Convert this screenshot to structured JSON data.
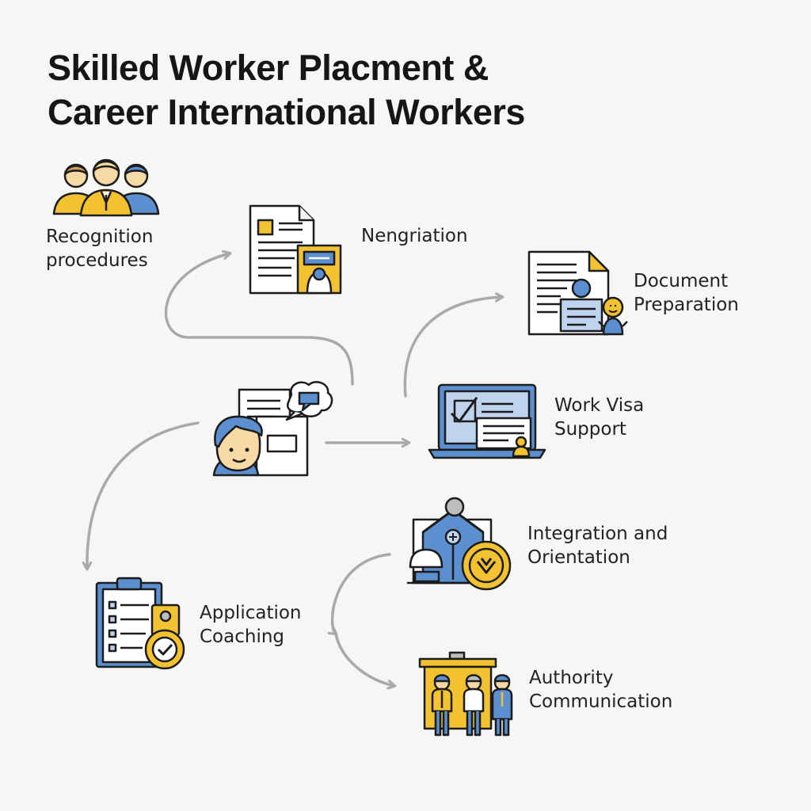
{
  "title": {
    "line1": "Skilled Worker Placment &",
    "line2": "Career International Workers"
  },
  "steps": {
    "recognition": {
      "line1": "Recognition",
      "line2": "procedures",
      "icon": "team-icon"
    },
    "negotiation": {
      "line1": "Nengriation",
      "icon": "contract-document-icon"
    },
    "document": {
      "line1": "Document",
      "line2": "Preparation",
      "icon": "document-profile-icon"
    },
    "consultation": {
      "icon": "consultation-chat-icon"
    },
    "visa": {
      "line1": "Work Visa",
      "line2": "Support",
      "icon": "laptop-visa-icon"
    },
    "integration": {
      "line1": "Integration and",
      "line2": "Orientation",
      "icon": "building-badge-icon"
    },
    "application": {
      "line1": "Application",
      "line2": "Coaching",
      "icon": "clipboard-check-icon"
    },
    "authority": {
      "line1": "Authority",
      "line2": "Communication",
      "icon": "officials-booth-icon"
    }
  },
  "colors": {
    "accent_yellow": "#f2c230",
    "accent_blue": "#5b8fd0",
    "outline": "#1c1c1c",
    "arrow": "#a9a9a9",
    "background": "#f6f6f4"
  }
}
